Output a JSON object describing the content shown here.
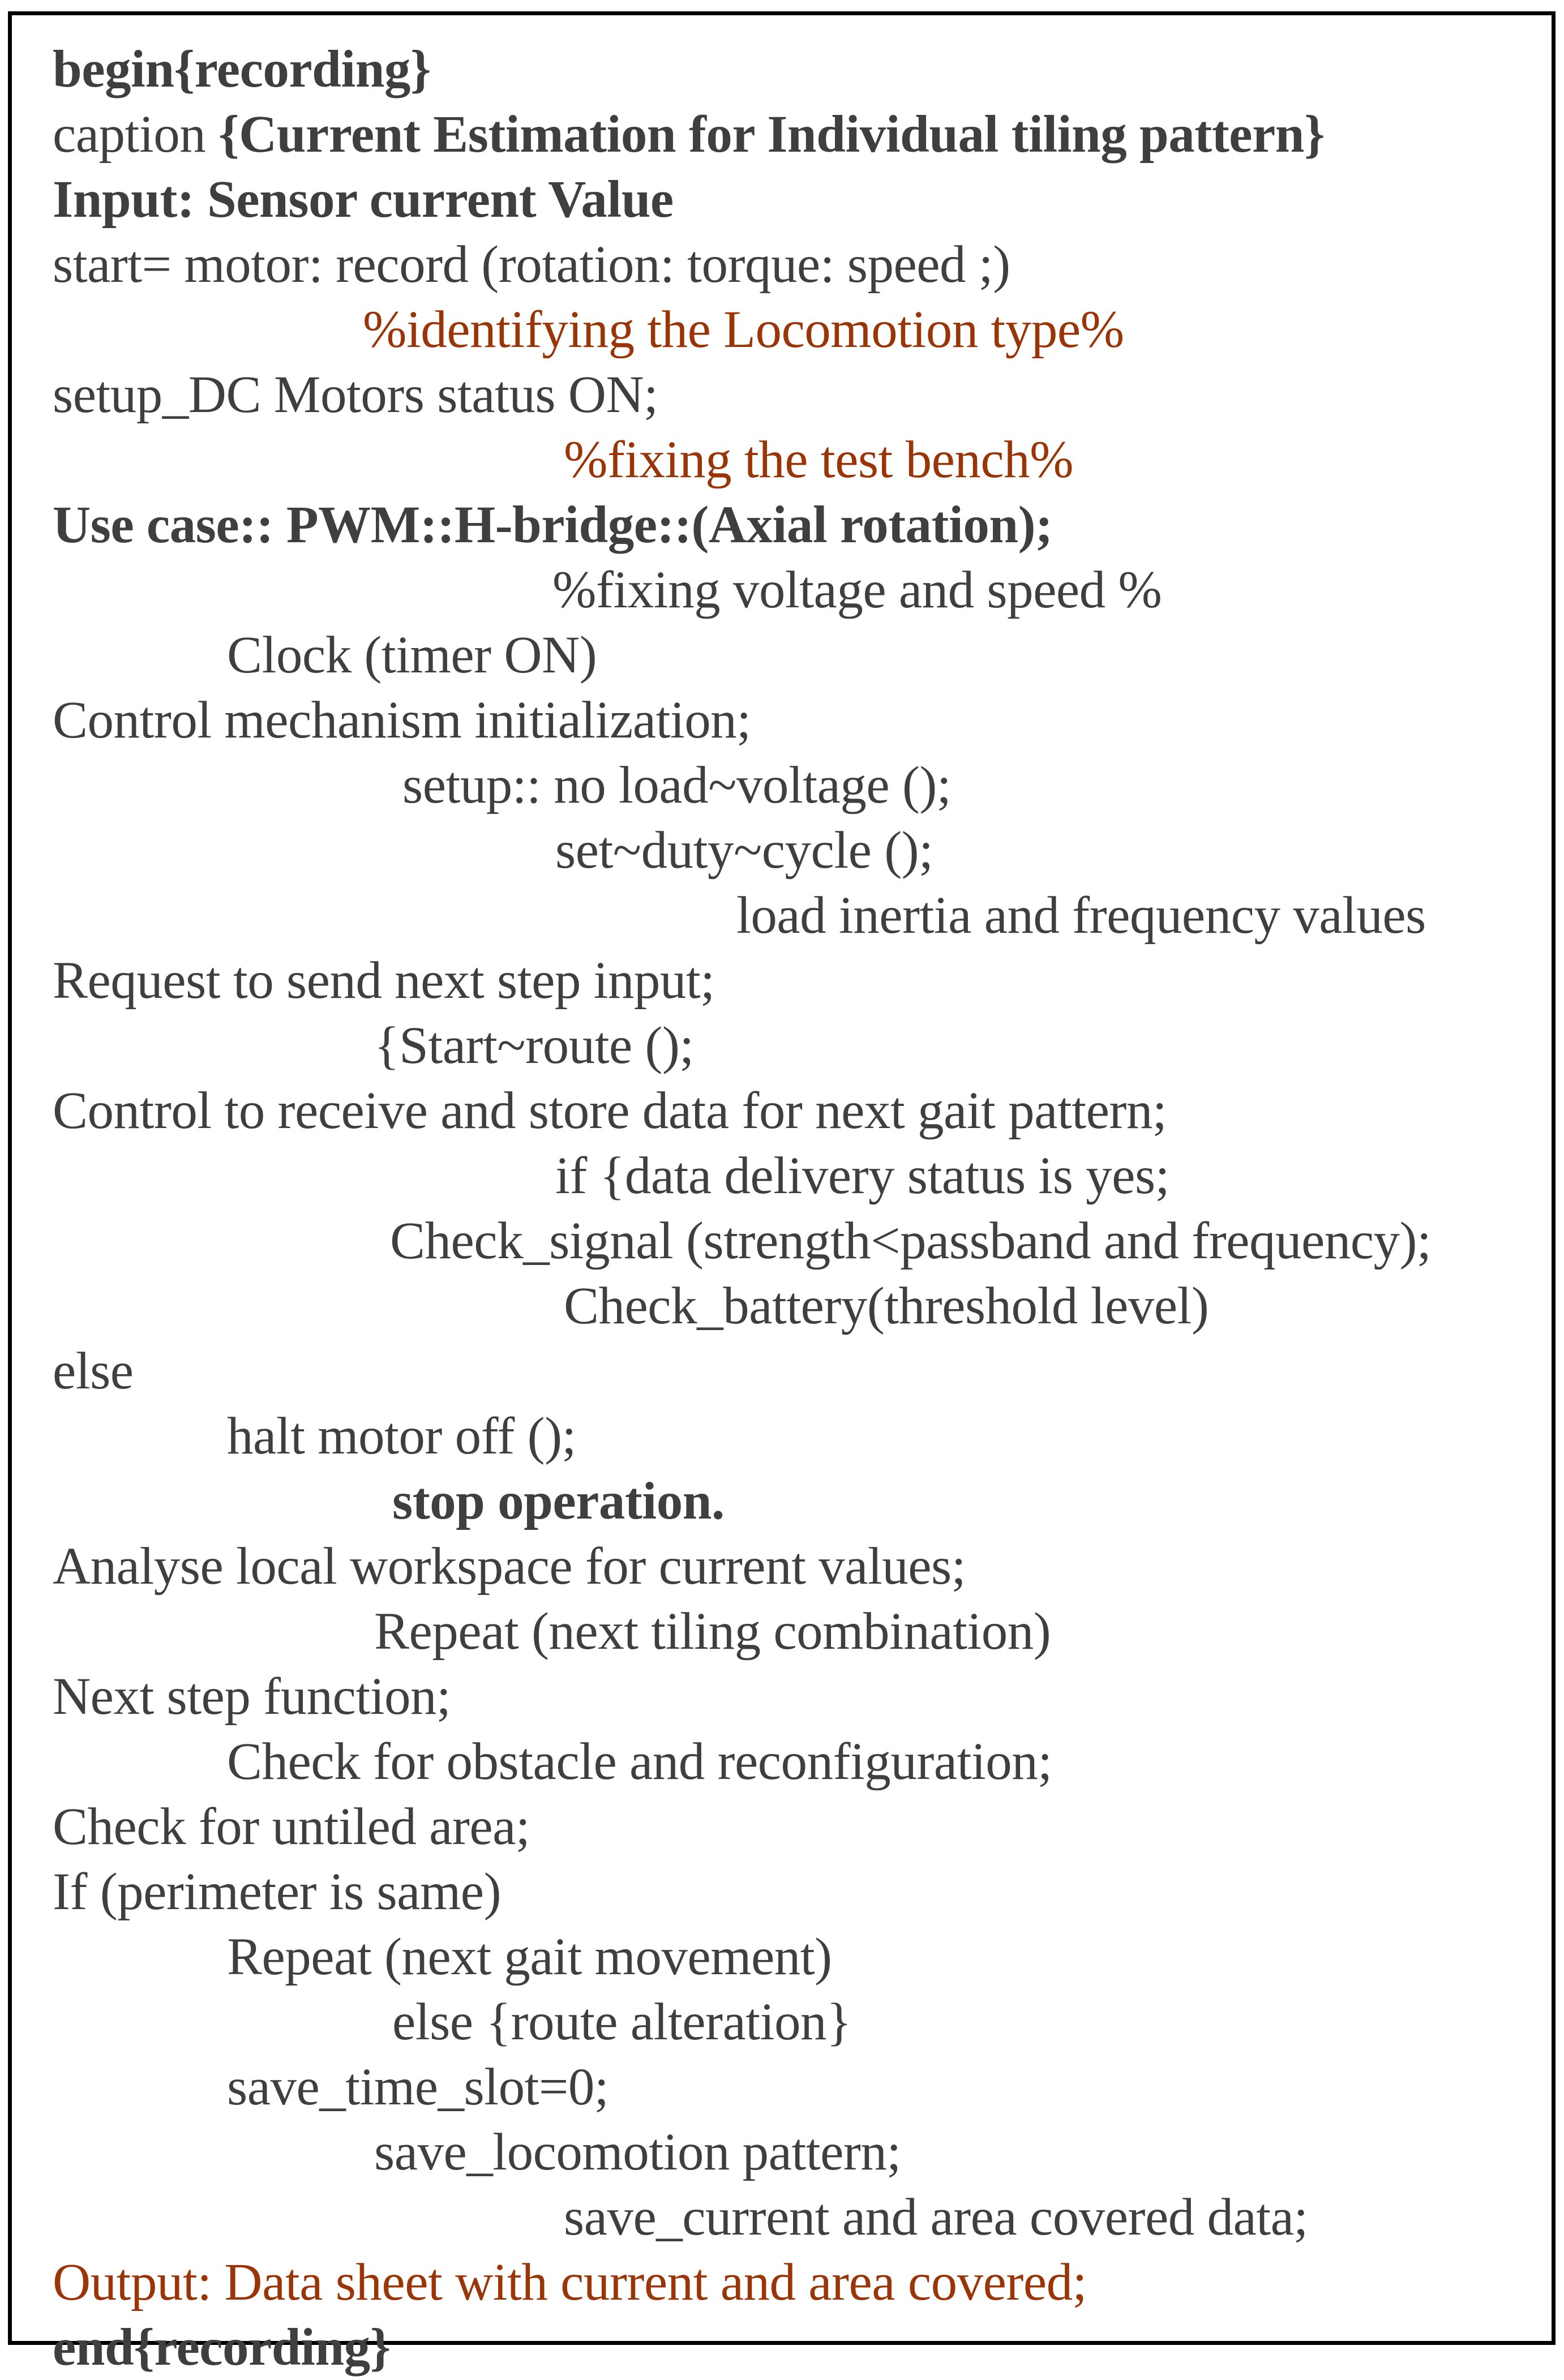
{
  "frame": {
    "border_color": "#000000",
    "background": "#ffffff",
    "text_color": "#3f3f3f",
    "comment_color": "#9a3508"
  },
  "algorithm": {
    "lines": [
      {
        "text": "begin{recording}",
        "indent": "i0",
        "bold": true,
        "color": "normal"
      },
      {
        "text": "caption {Current Estimation for Individual tiling pattern}",
        "indent": "i0",
        "bold": false,
        "color": "normal",
        "bold_from": 8
      },
      {
        "text": "Input: Sensor current Value",
        "indent": "i0",
        "bold": true,
        "color": "normal"
      },
      {
        "text": "start= motor: record (rotation: torque: speed ;)",
        "indent": "i0",
        "bold": false,
        "color": "normal"
      },
      {
        "text": "%identifying the Locomotion type%",
        "indent": "i2",
        "bold": false,
        "color": "comment"
      },
      {
        "text": "setup_DC Motors status ON;",
        "indent": "i0",
        "bold": false,
        "color": "normal"
      },
      {
        "text": "%fixing the test bench%",
        "indent": "i6",
        "bold": false,
        "color": "comment"
      },
      {
        "text": "Use case:: PWM::H-bridge::(Axial rotation);",
        "indent": "i0",
        "bold": true,
        "color": "normal"
      },
      {
        "text": "%fixing voltage and speed %",
        "indent": "i5",
        "bold": false,
        "color": "normal"
      },
      {
        "text": "Clock (timer ON)",
        "indent": "i11",
        "bold": false,
        "color": "normal"
      },
      {
        "text": "Control mechanism initialization;",
        "indent": "i0",
        "bold": false,
        "color": "normal"
      },
      {
        "text": "setup:: no load~voltage ();",
        "indent": "i4",
        "bold": false,
        "color": "normal"
      },
      {
        "text": "set~duty~cycle ();",
        "indent": "i9",
        "bold": false,
        "color": "normal"
      },
      {
        "text": "load inertia and frequency values",
        "indent": "i7",
        "bold": false,
        "color": "normal"
      },
      {
        "text": "Request to send next step input;",
        "indent": "i0",
        "bold": false,
        "color": "normal"
      },
      {
        "text": "{Start~route ();",
        "indent": "i10",
        "bold": false,
        "color": "normal"
      },
      {
        "text": "Control to receive and store data for next gait pattern;",
        "indent": "i0",
        "bold": false,
        "color": "normal"
      },
      {
        "text": "if {data delivery status is yes;",
        "indent": "i9",
        "bold": false,
        "color": "normal"
      },
      {
        "text": "Check_signal (strength<passband and frequency);",
        "indent": "i8",
        "bold": false,
        "color": "normal"
      },
      {
        "text": "Check_battery(threshold level)",
        "indent": "i6",
        "bold": false,
        "color": "normal"
      },
      {
        "text": "else",
        "indent": "i0",
        "bold": false,
        "color": "normal"
      },
      {
        "text": "halt motor off ();",
        "indent": "i11",
        "bold": false,
        "color": "normal"
      },
      {
        "text": "stop operation.",
        "indent": "i3",
        "bold": true,
        "color": "normal"
      },
      {
        "text": "Analyse local workspace for current values;",
        "indent": "i0",
        "bold": false,
        "color": "normal"
      },
      {
        "text": "Repeat (next tiling combination)",
        "indent": "i10",
        "bold": false,
        "color": "normal"
      },
      {
        "text": "Next step function;",
        "indent": "i0",
        "bold": false,
        "color": "normal"
      },
      {
        "text": "Check for obstacle and reconfiguration;",
        "indent": "i11",
        "bold": false,
        "color": "normal"
      },
      {
        "text": "Check for untiled area;",
        "indent": "i0",
        "bold": false,
        "color": "normal"
      },
      {
        "text": "If (perimeter is same)",
        "indent": "i0",
        "bold": false,
        "color": "normal"
      },
      {
        "text": "Repeat (next gait movement)",
        "indent": "i11",
        "bold": false,
        "color": "normal"
      },
      {
        "text": "else {route alteration}",
        "indent": "i3",
        "bold": false,
        "color": "normal"
      },
      {
        "text": "save_time_slot=0;",
        "indent": "i11",
        "bold": false,
        "color": "normal"
      },
      {
        "text": "save_locomotion pattern;",
        "indent": "i10",
        "bold": false,
        "color": "normal"
      },
      {
        "text": "save_current and area covered data;",
        "indent": "i6",
        "bold": false,
        "color": "normal"
      },
      {
        "text": "Output: Data sheet with current and area covered;",
        "indent": "i0",
        "bold": false,
        "color": "output"
      },
      {
        "text": "end{recording}",
        "indent": "i0",
        "bold": true,
        "color": "normal"
      }
    ]
  }
}
